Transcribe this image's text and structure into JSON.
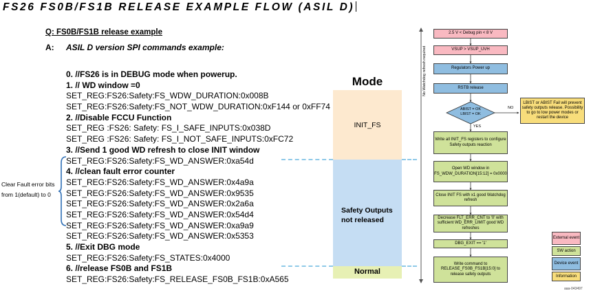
{
  "title": "FS26 FS0B/FS1B RELEASE EXAMPLE FLOW (ASIL D)",
  "question": "Q: FS0B/FS1B release example",
  "answer_label": "A:",
  "answer_text": "ASIL D version SPI commands example:",
  "lines": [
    {
      "text": "0. //FS26 is in DEBUG mode when powerup.",
      "bold": true
    },
    {
      "text": "1. // WD window =0",
      "bold": true
    },
    {
      "text": "SET_REG:FS26:Safety:FS_WDW_DURATION:0x008B",
      "bold": false
    },
    {
      "text": "SET_REG:FS26:Safety:FS_NOT_WDW_DURATION:0xF144 or 0xFF74",
      "bold": false
    },
    {
      "text": "2. //Disable FCCU Function",
      "bold": true
    },
    {
      "text": "SET_REG :FS26: Safety: FS_I_SAFE_INPUTS:0x038D",
      "bold": false
    },
    {
      "text": "SET_REG :FS26: Safety: FS_I_NOT_SAFE_INPUTS:0xFC72",
      "bold": false
    },
    {
      "text": "3. //Send 1 good WD refresh to close INIT window",
      "bold": true
    },
    {
      "text": "SET_REG:FS26:Safety:FS_WD_ANSWER:0xa54d",
      "bold": false
    },
    {
      "text": "4. //clean fault error counter",
      "bold": true
    },
    {
      "text": "SET_REG:FS26:Safety:FS_WD_ANSWER:0x4a9a",
      "bold": false
    },
    {
      "text": "SET_REG:FS26:Safety:FS_WD_ANSWER:0x9535",
      "bold": false
    },
    {
      "text": "SET_REG:FS26:Safety:FS_WD_ANSWER:0x2a6a",
      "bold": false
    },
    {
      "text": "SET_REG:FS26:Safety:FS_WD_ANSWER:0x54d4",
      "bold": false
    },
    {
      "text": "SET_REG:FS26:Safety:FS_WD_ANSWER:0xa9a9",
      "bold": false
    },
    {
      "text": "SET_REG:FS26:Safety:FS_WD_ANSWER:0x5353",
      "bold": false
    },
    {
      "text": "5. //Exit DBG mode",
      "bold": true
    },
    {
      "text": "SET_REG:FS26:Safety:FS_STATES:0x4000",
      "bold": false
    },
    {
      "text": "6. //release FS0B and FS1B",
      "bold": true
    },
    {
      "text": "SET_REG:FS26:Safety:FS_RELEASE_FS0B_FS1B:0xA565",
      "bold": false
    }
  ],
  "note": "Clear Fault error bits from 1(default) to 0",
  "mode": {
    "title": "Mode",
    "init": "INIT_FS",
    "safety": "Safety Outputs not released",
    "normal": "Normal",
    "colors": {
      "init": "#fde9cf",
      "safety": "#c5ddf3",
      "normal": "#e7f0b4"
    }
  },
  "flow": {
    "vertical_label": "No Watchdog refresh required",
    "boxes": [
      "2.5 V < Debug pin < 8 V",
      "VSUP > VSUP_UVH",
      "Regulators Power up",
      "RSTB release",
      "Write all INIT_FS registers to configure Safety outputs reaction",
      "Open WD window in FS_WDW_DURATION[15:12] = 0x0000",
      "Close INIT FS with x1 good Watchdog refresh",
      "Decrease FLT_ERR_CNT to '0' with sufficient WD_ERR_LIMIT good WD refreshes",
      "DBG_EXIT == '1'",
      "Write command to RELEASE_FS0B_FS1B[15:0] to release safety outputs"
    ],
    "decision": "ABIST = OK LBIST = OK",
    "no_label": "NO",
    "yes_label": "YES",
    "fail_note": "LBIST or ABIST Fail will prevent safety outputs release. Possibility to go to low power modes or restart the device"
  },
  "legend": [
    "External event",
    "SW action",
    "Device event",
    "Information"
  ],
  "figure_id": "aaa-043497"
}
